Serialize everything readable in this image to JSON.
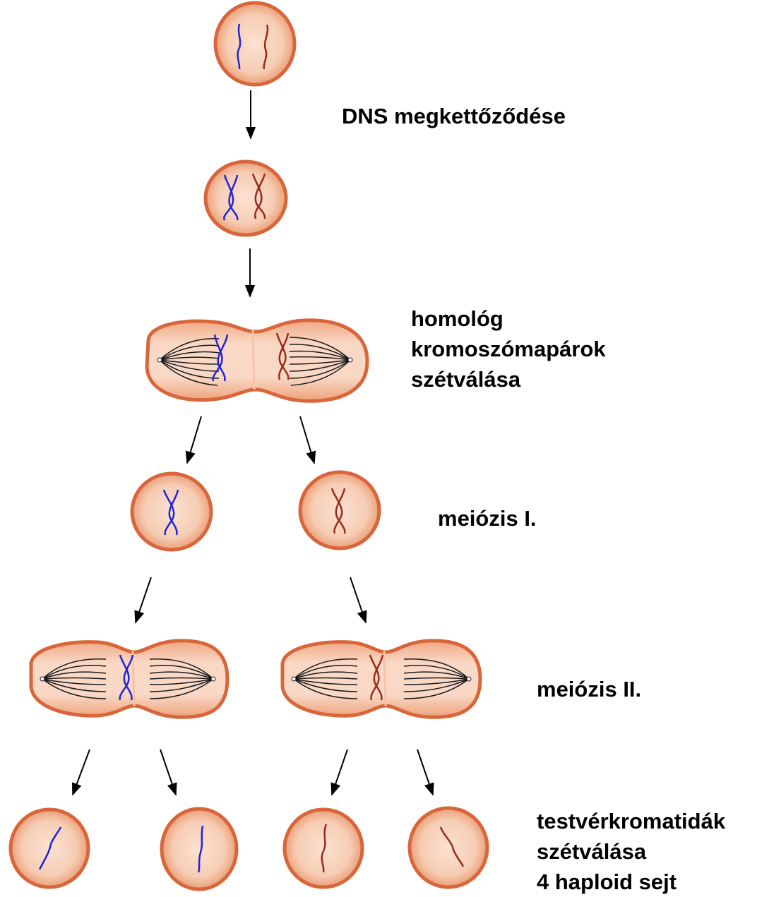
{
  "labels": {
    "dna_replication": "DNS megkettőződése",
    "homologous_separation": [
      "homológ",
      "kromoszómapárok",
      "szétválása"
    ],
    "meiosis_1": "meiózis I.",
    "meiosis_2": "meiózis II.",
    "sister_chromatid_separation": [
      "testvérkromatidák",
      "szétválása",
      "4 haploid sejt"
    ]
  },
  "colors": {
    "cell_membrane": "#d9663a",
    "cell_fill_center": "#fbe2d2",
    "cell_fill_edge": "#f0aa84",
    "chromosome_maternal": "#2323d6",
    "chromosome_paternal": "#9b2a1c",
    "spindle": "#1a1a1a",
    "arrow": "#000000"
  }
}
